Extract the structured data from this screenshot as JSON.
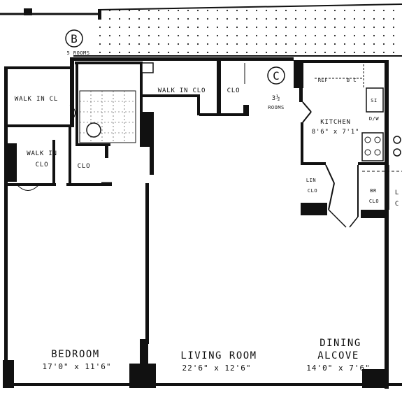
{
  "units": {
    "b": {
      "marker": "B",
      "rooms": "5 ROOMS"
    },
    "c": {
      "marker": "C",
      "rooms_fraction": "3½",
      "rooms": "ROOMS"
    }
  },
  "rooms": {
    "walk_in_cl_top": "WALK IN CL",
    "walk_in_clo_left_1": "WALK IN",
    "walk_in_clo_left_2": "CLO",
    "clo_small": "CLO",
    "walk_in_clo_top": "WALK IN CLO",
    "clo_right": "CLO",
    "bedroom": "BEDROOM",
    "bedroom_dim": "17'0\" x 11'6\"",
    "living_room": "LIVING ROOM",
    "living_room_dim": "22'6\" x 12'6\"",
    "dining_1": "DINING",
    "dining_2": "ALCOVE",
    "dining_dim": "14'0\" x 7'6\"",
    "kitchen": "KITCHEN",
    "kitchen_dim": "8'6\" x 7'1\"",
    "ref": "REF",
    "bc": "B C",
    "si": "SI",
    "dw": "D/W",
    "lin_1": "LIN",
    "lin_2": "CLO",
    "br_1": "BR",
    "br_2": "CLO",
    "edge_1": "L",
    "edge_2": "C"
  }
}
